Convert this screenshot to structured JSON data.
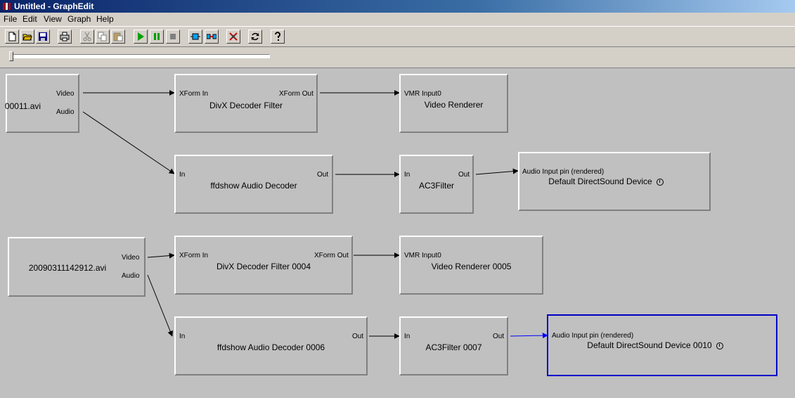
{
  "window": {
    "title": "Untitled - GraphEdit"
  },
  "menu": [
    "File",
    "Edit",
    "View",
    "Graph",
    "Help"
  ],
  "toolbar": [
    "new-icon",
    "open-icon",
    "save-icon",
    "print-icon",
    "cut-icon",
    "copy-icon",
    "paste-icon",
    "play-icon",
    "pause-icon",
    "stop-icon",
    "seek-filter-icon",
    "connect-icon",
    "disconnect-icon",
    "refresh-icon",
    "help-icon"
  ],
  "seek": {
    "position": 0
  },
  "graph": {
    "f1": {
      "name": "00011.avi",
      "video": "Video",
      "audio": "Audio"
    },
    "f2": {
      "name": "DivX Decoder Filter",
      "in": "XForm In",
      "out": "XForm Out"
    },
    "f3": {
      "name": "Video Renderer",
      "in": "VMR Input0"
    },
    "f4": {
      "name": "ffdshow Audio Decoder",
      "in": "In",
      "out": "Out"
    },
    "f5": {
      "name": "AC3Filter",
      "in": "In",
      "out": "Out"
    },
    "f6": {
      "name": "Default DirectSound Device",
      "in": "Audio Input pin (rendered)"
    },
    "f7": {
      "name": "20090311142912.avi",
      "video": "Video",
      "audio": "Audio"
    },
    "f8": {
      "name": "DivX Decoder Filter 0004",
      "in": "XForm In",
      "out": "XForm Out"
    },
    "f9": {
      "name": "Video Renderer 0005",
      "in": "VMR Input0"
    },
    "f10": {
      "name": "ffdshow Audio Decoder 0006",
      "in": "In",
      "out": "Out"
    },
    "f11": {
      "name": "AC3Filter 0007",
      "in": "In",
      "out": "Out"
    },
    "f12": {
      "name": "Default DirectSound Device 0010",
      "in": "Audio Input pin (rendered)"
    }
  },
  "colors": {
    "selected_border": "#0000c8",
    "selected_link": "#0000ff",
    "canvas": "#c0c0c0"
  }
}
